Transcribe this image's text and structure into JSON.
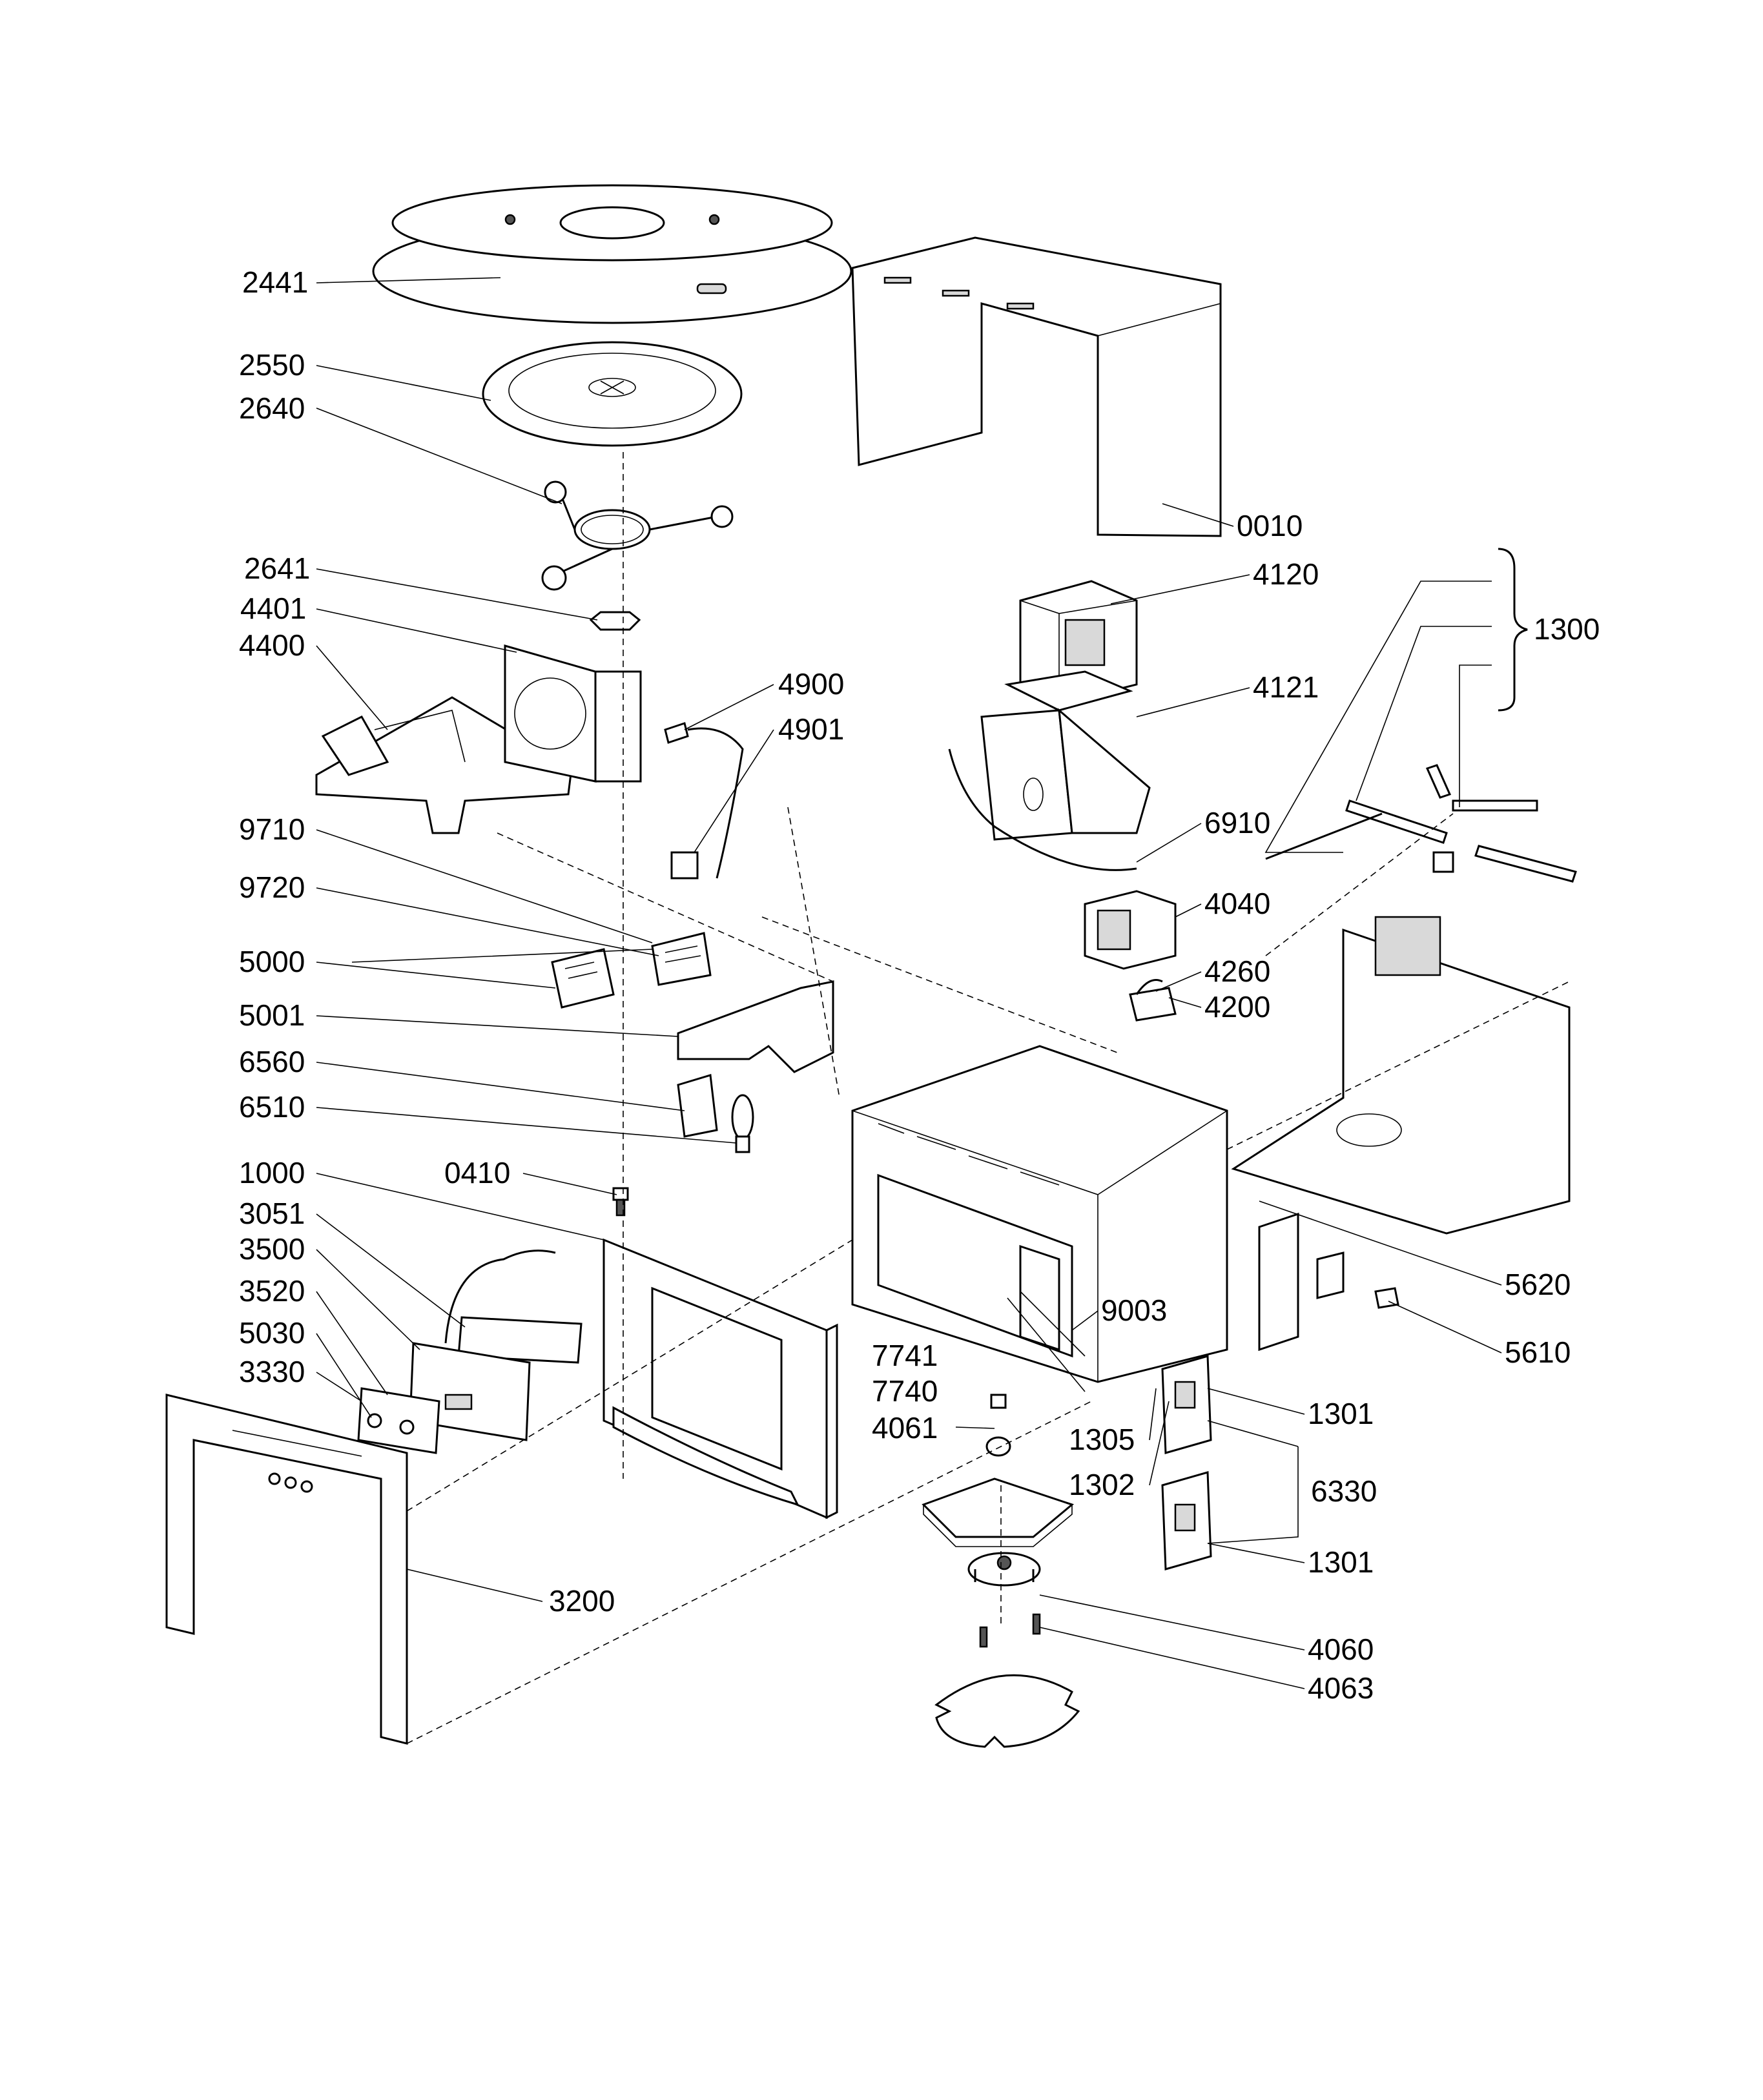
{
  "diagram": {
    "callouts": {
      "c2441": "2441",
      "c2550": "2550",
      "c2640": "2640",
      "c2641": "2641",
      "c4401": "4401",
      "c4400": "4400",
      "c4900": "4900",
      "c4901": "4901",
      "c9710": "9710",
      "c9720": "9720",
      "c5000": "5000",
      "c5001": "5001",
      "c6560": "6560",
      "c6510": "6510",
      "c1000": "1000",
      "c0410": "0410",
      "c3051": "3051",
      "c3500": "3500",
      "c3520": "3520",
      "c5030": "5030",
      "c3330": "3330",
      "c3200": "3200",
      "c0010": "0010",
      "c4120": "4120",
      "c1300": "1300",
      "c4121": "4121",
      "c6910": "6910",
      "c4040": "4040",
      "c4260": "4260",
      "c4200": "4200",
      "c5620": "5620",
      "c5610": "5610",
      "c9003": "9003",
      "c7741": "7741",
      "c7740": "7740",
      "c4061": "4061",
      "c1305": "1305",
      "c1301a": "1301",
      "c1302": "1302",
      "c6330": "6330",
      "c1301b": "1301",
      "c4060": "4060",
      "c4063": "4063"
    }
  }
}
